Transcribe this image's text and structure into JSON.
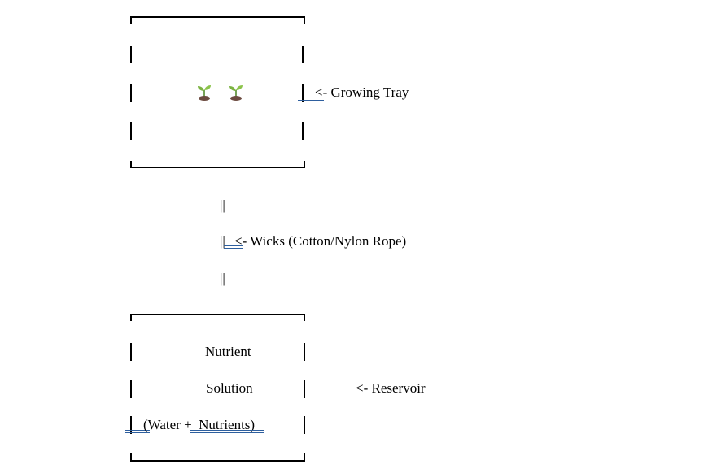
{
  "tray": {
    "label": "<- Growing Tray",
    "plants": [
      "🌱",
      "🌱"
    ]
  },
  "wicks": {
    "pipe": "||",
    "label": "<- Wicks (Cotton/Nylon Rope)"
  },
  "reservoir": {
    "line1": "Nutrient",
    "line2": "Solution",
    "line3": "(Water +  Nutrients)",
    "label": "<- Reservoir"
  },
  "colors": {
    "ink": "#000000",
    "proofing_underline": "#2e5f9e",
    "sprout_leaf": "#7cb342",
    "sprout_soil": "#6d4c41"
  }
}
